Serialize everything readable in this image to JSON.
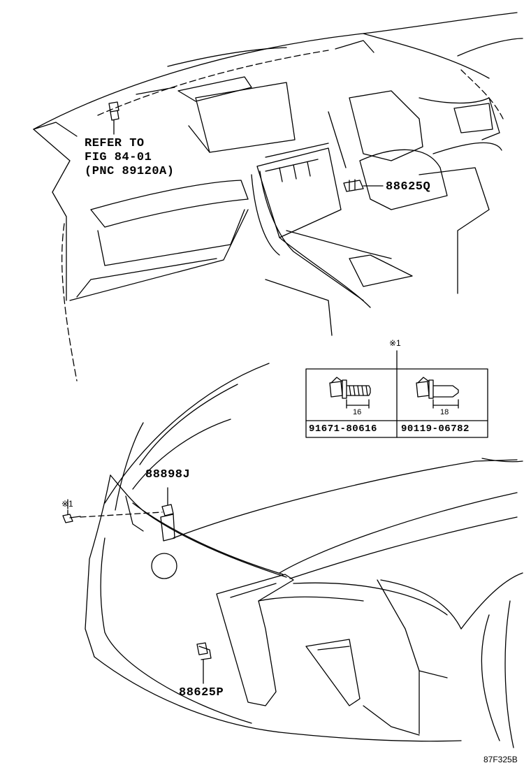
{
  "refer_note": {
    "line1": "REFER TO",
    "line2": "FIG 84-01",
    "line3": "(PNC 89120A)"
  },
  "parts": {
    "p88625Q": "88625Q",
    "p88898J": "88898J",
    "p88625P": "88625P"
  },
  "note_mark": "※1",
  "note_mark_left": "※1",
  "fastener_table": {
    "items": [
      {
        "part_number": "91671-80616",
        "length": "16"
      },
      {
        "part_number": "90119-06782",
        "length": "18"
      }
    ]
  },
  "figure_code": "87F325B"
}
